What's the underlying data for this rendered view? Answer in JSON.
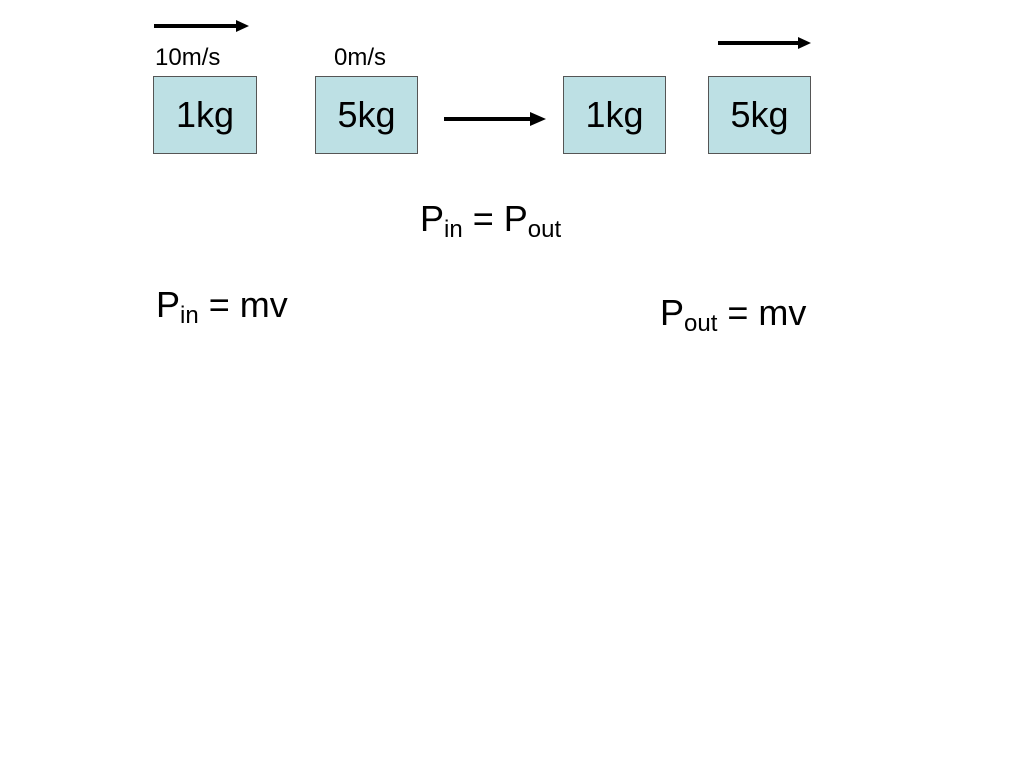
{
  "colors": {
    "block_fill": "#bde0e4",
    "block_border": "#555555",
    "text": "#000000",
    "arrow": "#000000"
  },
  "before": {
    "block1": {
      "mass": "1kg",
      "speed": "10m/s"
    },
    "block2": {
      "mass": "5kg",
      "speed": "0m/s"
    }
  },
  "after": {
    "block1": {
      "mass": "1kg"
    },
    "block2": {
      "mass": "5kg"
    }
  },
  "equations": {
    "conservation": {
      "lhs": "P",
      "lhs_sub": "in",
      "op": " = ",
      "rhs": "P",
      "rhs_sub": "out"
    },
    "momentum_in": {
      "symbol": "P",
      "sub": "in",
      "rhs": " = mv"
    },
    "momentum_out": {
      "symbol": "P",
      "sub": "out",
      "rhs": " = mv"
    }
  }
}
